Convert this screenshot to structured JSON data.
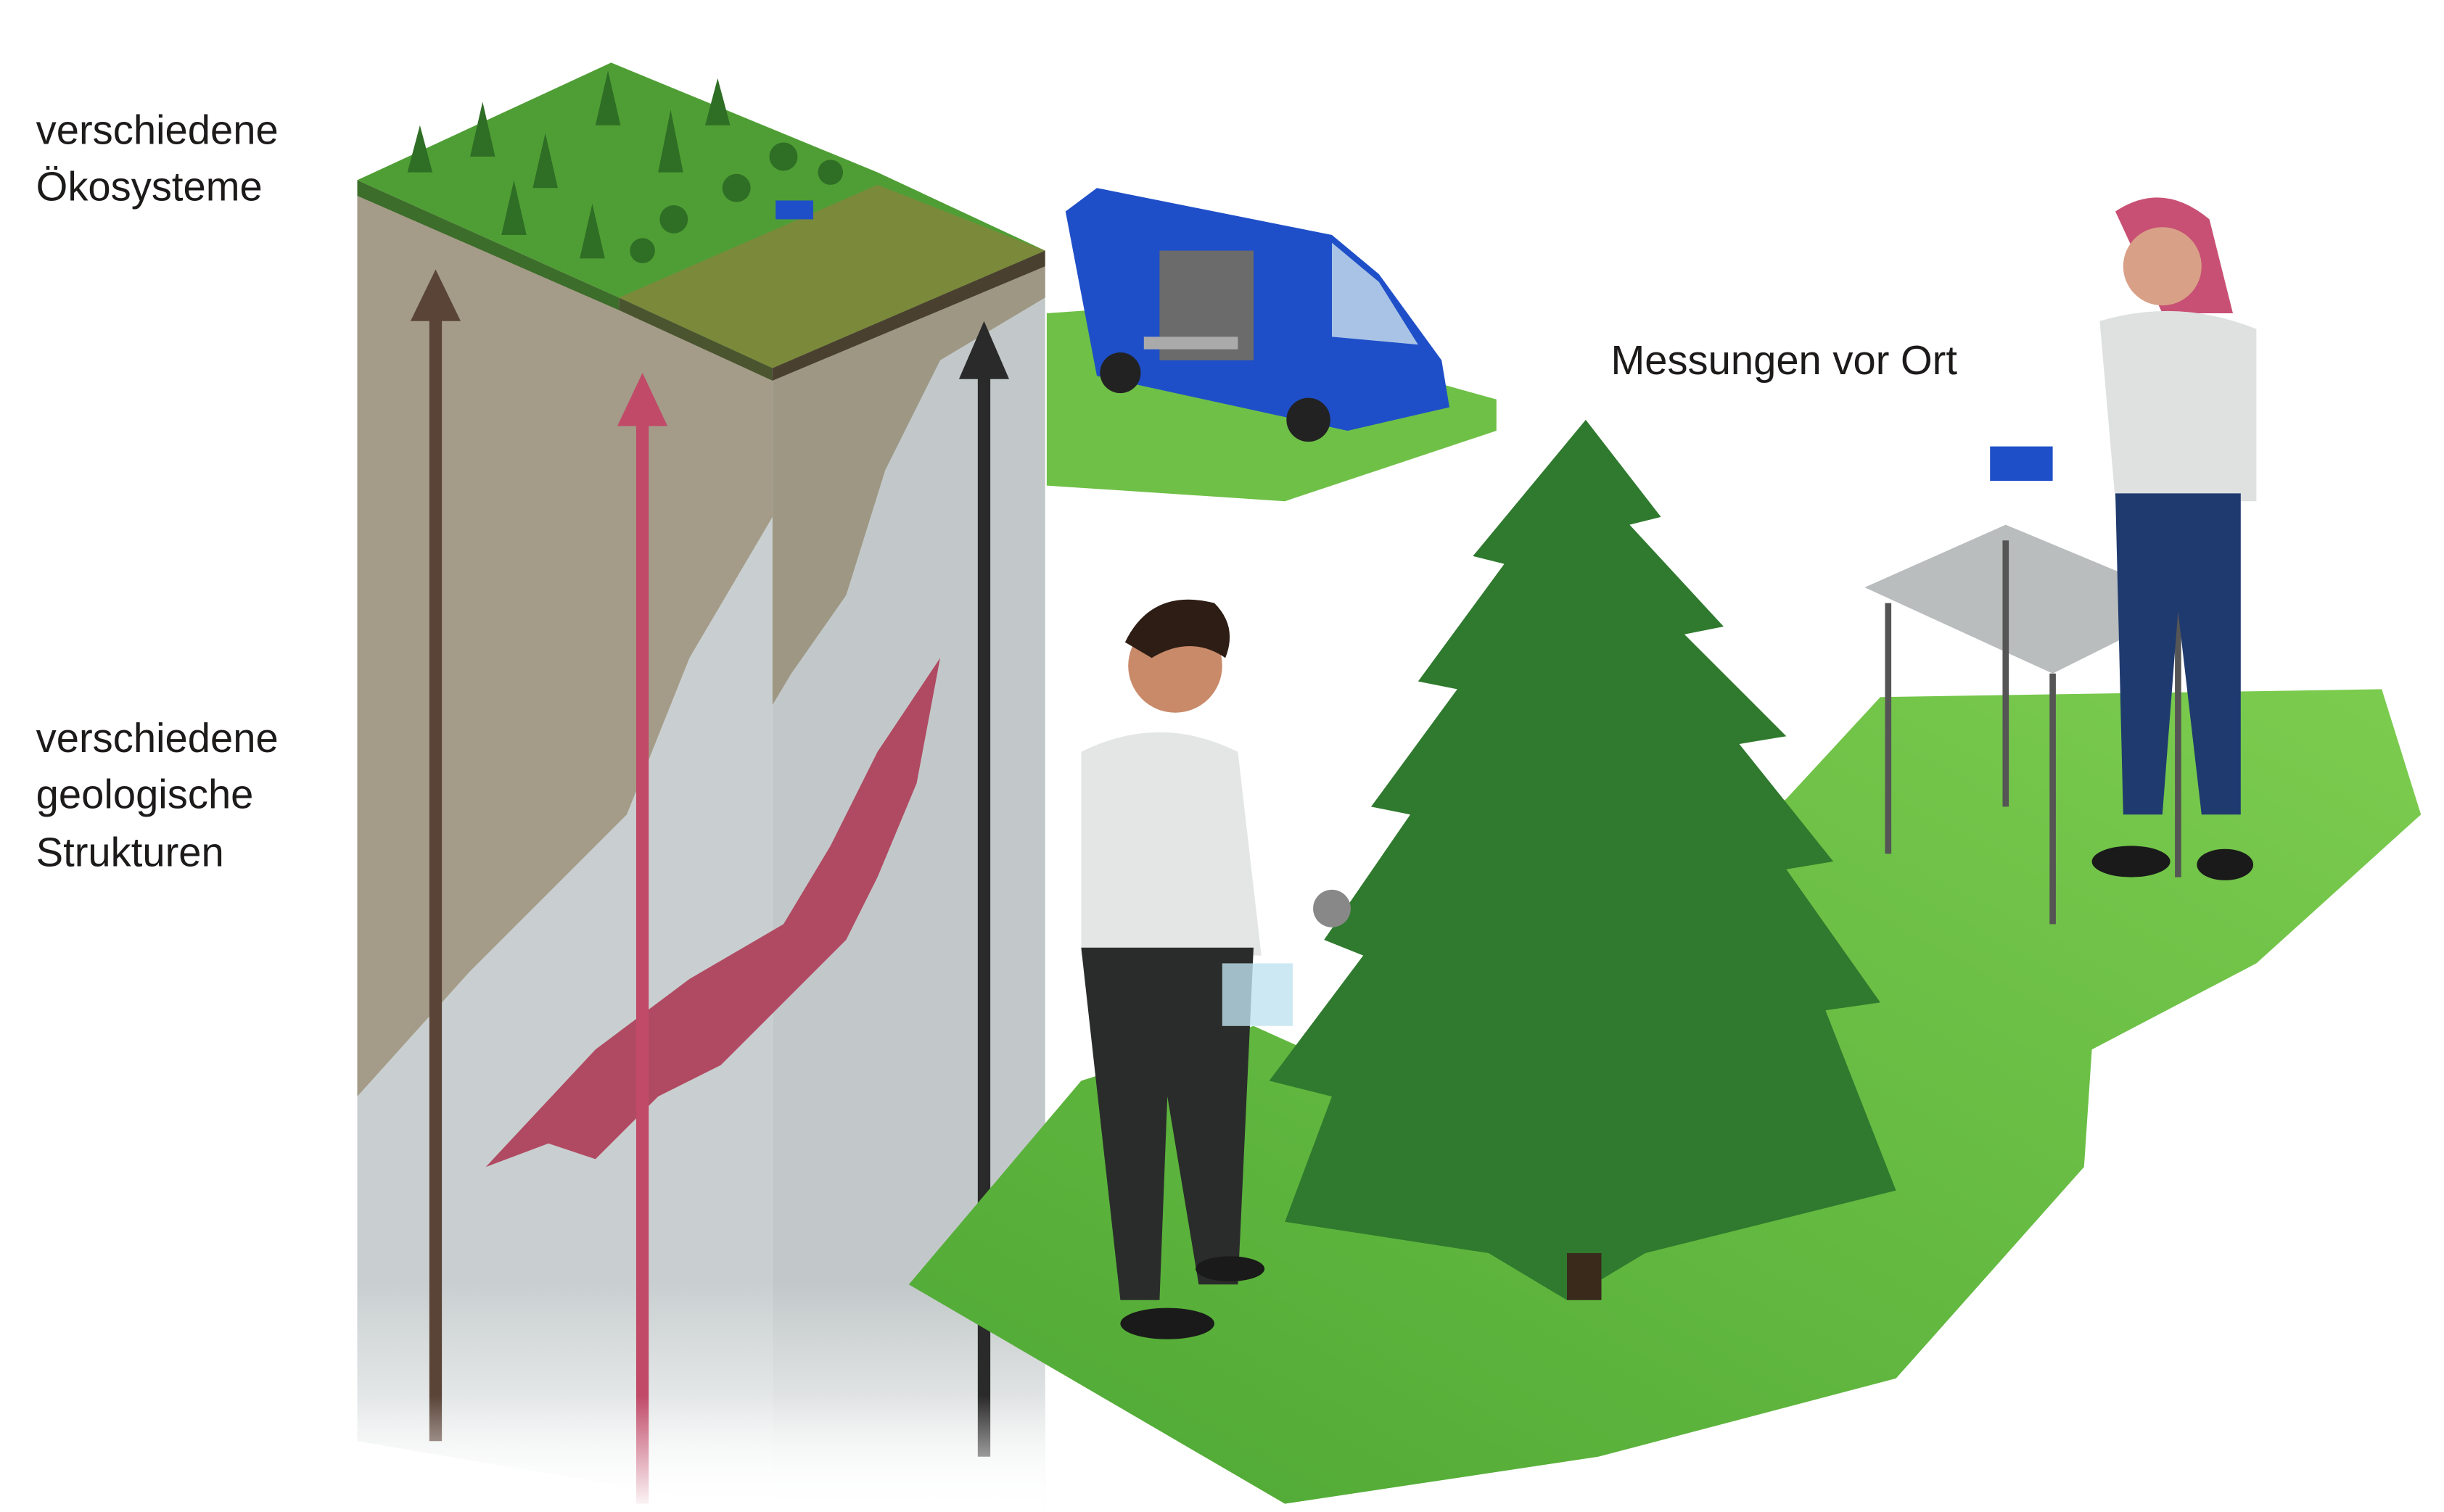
{
  "labels": {
    "ecosystems": [
      "verschiedene",
      "Ökosysteme"
    ],
    "geology": [
      "verschiedene",
      "geologische",
      "Strukturen"
    ],
    "measurements": "Messungen vor Ort"
  },
  "colors": {
    "grass": "#5fb83e",
    "grass_light": "#7ccc4f",
    "tree": "#2f7a2e",
    "rock_tan": "#a49c88",
    "rock_gray": "#c7cdce",
    "magma": "#b04a62",
    "arrow_brown": "#5a4438",
    "arrow_pink": "#c04a68",
    "arrow_dark": "#2a2a2a",
    "van_blue": "#1f4fc8"
  }
}
